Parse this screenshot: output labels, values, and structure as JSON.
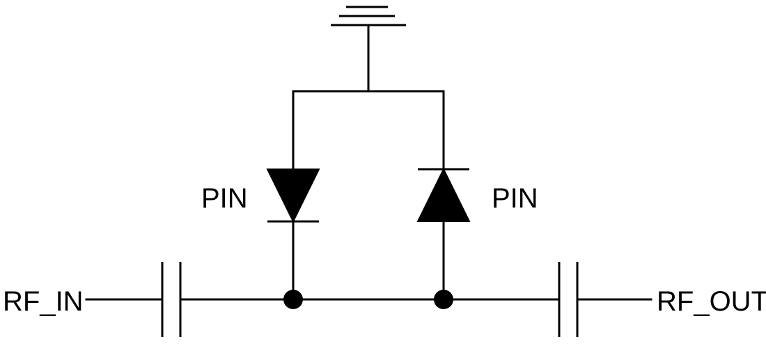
{
  "labels": {
    "rf_in": "RF_IN",
    "rf_out": "RF_OUT",
    "diode_left": "PIN",
    "diode_right": "PIN"
  },
  "colors": {
    "line": "#000000",
    "background": "#ffffff"
  },
  "components": {
    "ground_symbol": "ground-icon",
    "capacitors": [
      "series-capacitor",
      "series-capacitor"
    ],
    "diodes": [
      "pin-diode-anode-up",
      "pin-diode-cathode-up"
    ],
    "junctions": 2
  }
}
